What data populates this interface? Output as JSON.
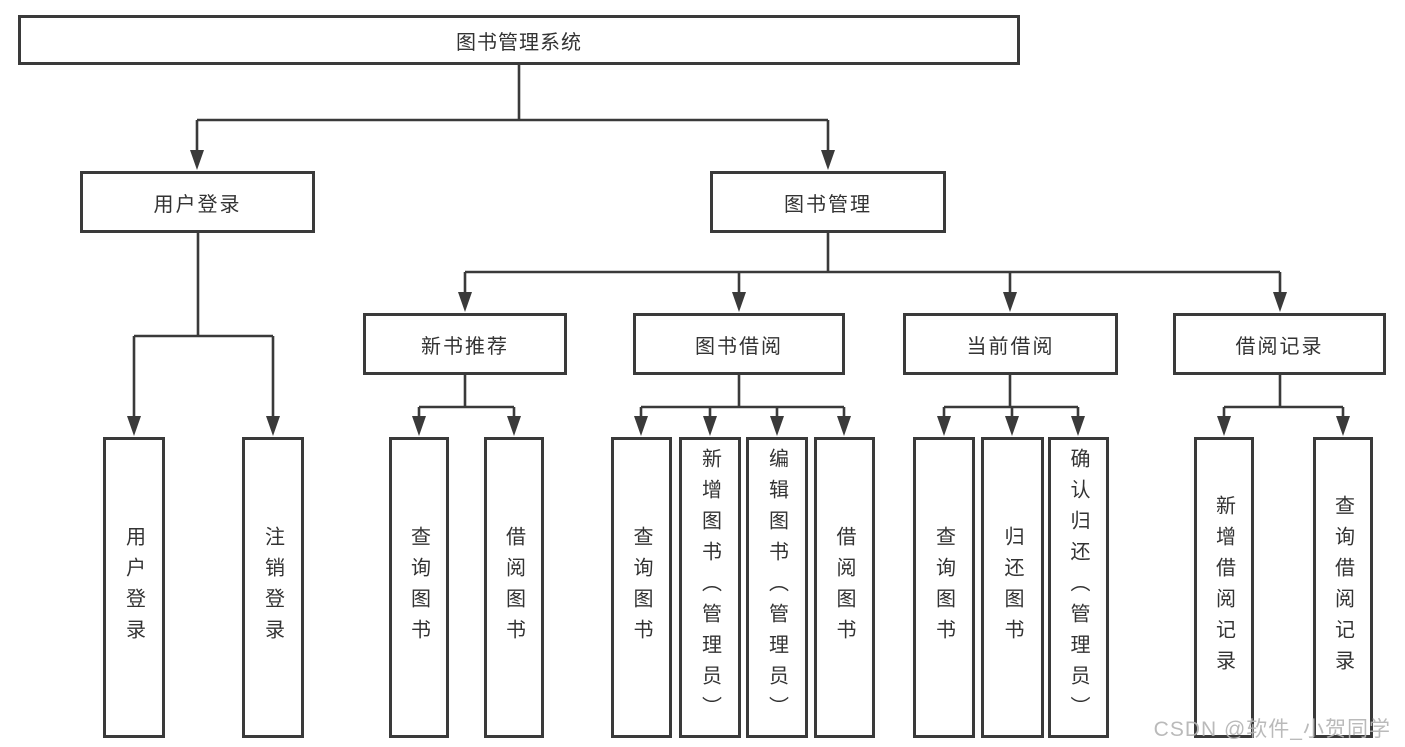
{
  "tree": {
    "label": "图书管理系统",
    "children": [
      {
        "label": "用户登录",
        "children": [
          {
            "label": "用户登录"
          },
          {
            "label": "注销登录"
          }
        ]
      },
      {
        "label": "图书管理",
        "children": [
          {
            "label": "新书推荐",
            "children": [
              {
                "label": "查询图书"
              },
              {
                "label": "借阅图书"
              }
            ]
          },
          {
            "label": "图书借阅",
            "children": [
              {
                "label": "查询图书"
              },
              {
                "label": "新增图书（管理员）"
              },
              {
                "label": "编辑图书（管理员）"
              },
              {
                "label": "借阅图书"
              }
            ]
          },
          {
            "label": "当前借阅",
            "children": [
              {
                "label": "查询图书"
              },
              {
                "label": "归还图书"
              },
              {
                "label": "确认归还（管理员）"
              }
            ]
          },
          {
            "label": "借阅记录",
            "children": [
              {
                "label": "新增借阅记录"
              },
              {
                "label": "查询借阅记录"
              }
            ]
          }
        ]
      }
    ]
  },
  "watermark": {
    "text": "CSDN @软件_小贺同学"
  },
  "colors": {
    "line": "#3a3a3a",
    "text": "#333333",
    "watermark": "#b5b5b5",
    "bg": "#ffffff"
  }
}
